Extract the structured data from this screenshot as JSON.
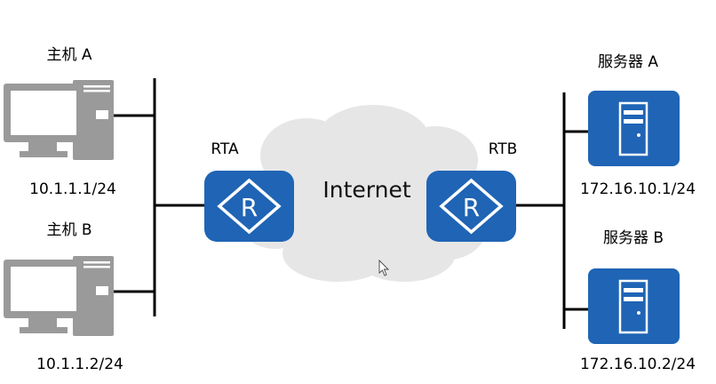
{
  "hosts": [
    {
      "name": "主机 A",
      "ip": "10.1.1.1/24"
    },
    {
      "name": "主机 B",
      "ip": "10.1.1.2/24"
    }
  ],
  "routers": [
    {
      "name": "RTA"
    },
    {
      "name": "RTB"
    }
  ],
  "cloud": {
    "label": "Internet"
  },
  "servers": [
    {
      "name": "服务器 A",
      "ip": "172.16.10.1/24"
    },
    {
      "name": "服务器 B",
      "ip": "172.16.10.2/24"
    }
  ],
  "colors": {
    "router_blue": "#1f64b5",
    "server_blue": "#1f64b5",
    "pc_gray": "#9a9a9a",
    "cloud_gray": "#e6e6e6",
    "line": "#000000"
  }
}
